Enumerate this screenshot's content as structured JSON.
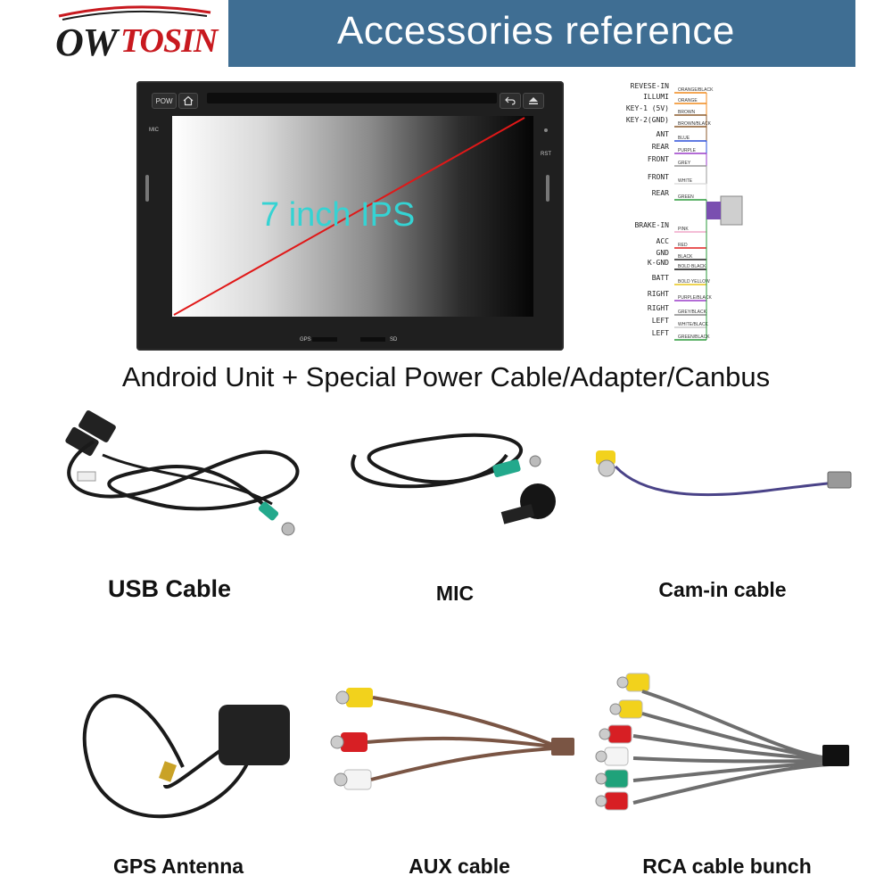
{
  "header": {
    "logo_part1": "OW",
    "logo_part2": "TOSIN",
    "title": "Accessories reference",
    "colors": {
      "banner": "#3f6e93",
      "logo_red": "#c8191f"
    }
  },
  "head_unit": {
    "screen_label": "7 inch IPS",
    "pow_label": "POW",
    "mic_label": "MIC",
    "rst_label": "RST",
    "gps_label": "GPS",
    "sd_label": "SD",
    "icons": [
      "home-icon",
      "back-icon",
      "eject-icon"
    ]
  },
  "wiring": {
    "labels": [
      "REVESE-IN",
      "ILLUMI",
      "KEY-1 (5V)",
      "KEY-2(GND)",
      "ANT",
      "REAR",
      "FRONT",
      "FRONT",
      "REAR",
      "BRAKE-IN",
      "ACC",
      "GND",
      "K-GND",
      "BATT",
      "RIGHT",
      "RIGHT",
      "LEFT",
      "LEFT"
    ],
    "wire_colors": [
      "ORANGE/BLACK",
      "ORANGE",
      "BROWN",
      "BROWN/BLACK",
      "BLUE",
      "PURPLE",
      "GREY",
      "WHITE",
      "GREEN",
      "PINK",
      "RED",
      "BLACK",
      "BOLD BLACK",
      "BOLD YELLOW",
      "PURPLE/BLACK",
      "GREY/BLACK",
      "WHITE/BLACK",
      "GREEN/BLACK"
    ]
  },
  "unit_caption": "Android Unit + Special Power Cable/Adapter/Canbus",
  "accessories": [
    {
      "label": "USB Cable"
    },
    {
      "label": "MIC"
    },
    {
      "label": "Cam-in cable"
    },
    {
      "label": "GPS Antenna"
    },
    {
      "label": "AUX cable"
    },
    {
      "label": "RCA cable bunch"
    }
  ]
}
